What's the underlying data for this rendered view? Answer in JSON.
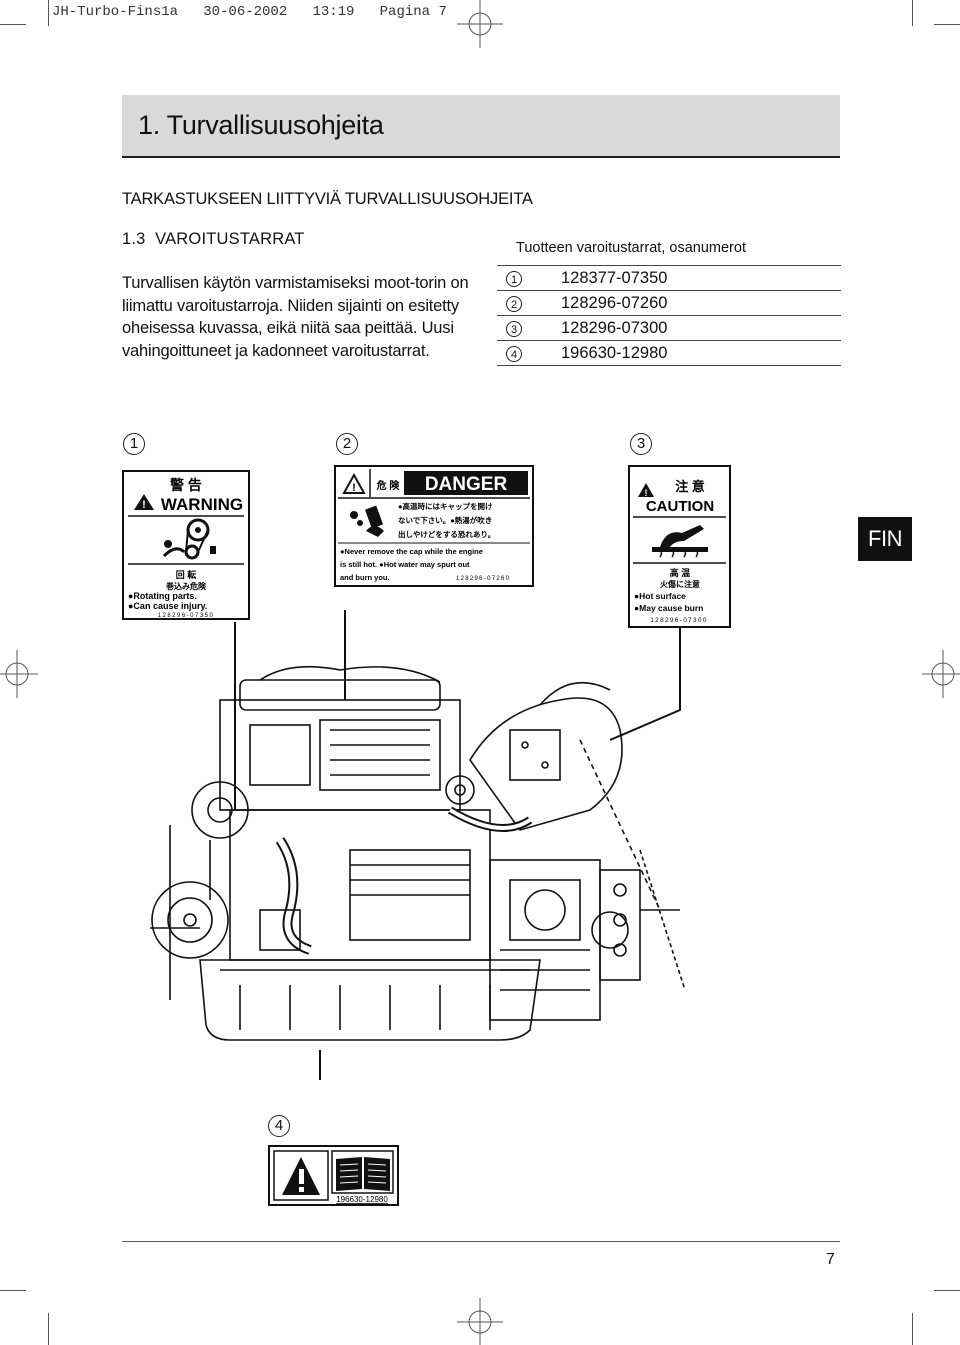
{
  "slug": "JH-Turbo-Fins1a   30-06-2002   13:19   Pagina 7",
  "title": "1. Turvallisuusohjeita",
  "subheading": "TARKASTUKSEEN LIITTYVIÄ TURVALLISUUSOHJEITA",
  "section": "1.3  VAROITUSTARRAT",
  "paragraph": "Turvallisen käytön varmistamiseksi moot-torin on liimattu varoitustarroja. Niiden sijainti on esitetty oheisessa kuvassa, eikä niitä saa peittää. Uusi vahingoittuneet ja kadonneet varoitustarrat.",
  "parts_table": {
    "header": "Tuotteen varoitustarrat, osanumerot",
    "rows": [
      {
        "marker": "1",
        "part": "128377-07350"
      },
      {
        "marker": "2",
        "part": "128296-07260"
      },
      {
        "marker": "3",
        "part": "128296-07300"
      },
      {
        "marker": "4",
        "part": "196630-12980"
      }
    ]
  },
  "markers": [
    "1",
    "2",
    "3",
    "4"
  ],
  "language_tab": "FIN",
  "page_number": "7",
  "labels": {
    "warning": {
      "kanji": "警 告",
      "heading": "WARNING",
      "kanji2": "回 転",
      "kanji3": "巻込み危険",
      "line1": "●Rotating parts.",
      "line2": "●Can cause injury.",
      "part": "128296-07350"
    },
    "danger": {
      "kanji": "危 険",
      "heading": "DANGER",
      "jp1": "●高温時にはキャップを開け",
      "jp2": "ないで下さい。●熱湯が吹き",
      "jp3": "出しやけどをする恐れあり。",
      "line1": "●Never remove the cap while the engine",
      "line2": "is still hot.  ●Hot water may spurt out",
      "line3": "and burn you.",
      "part": "128296-07260"
    },
    "caution": {
      "kanji": "注 意",
      "heading": "CAUTION",
      "kanji2": "高 温",
      "kanji3": "火傷に注意",
      "line1": "●Hot surface",
      "line2": "●May cause burn",
      "part": "128296-07300"
    },
    "manual": {
      "part": "196630-12980"
    }
  },
  "colors": {
    "title_band": "#d9d9d9",
    "fin_tab": "#111111",
    "ink": "#111111"
  }
}
